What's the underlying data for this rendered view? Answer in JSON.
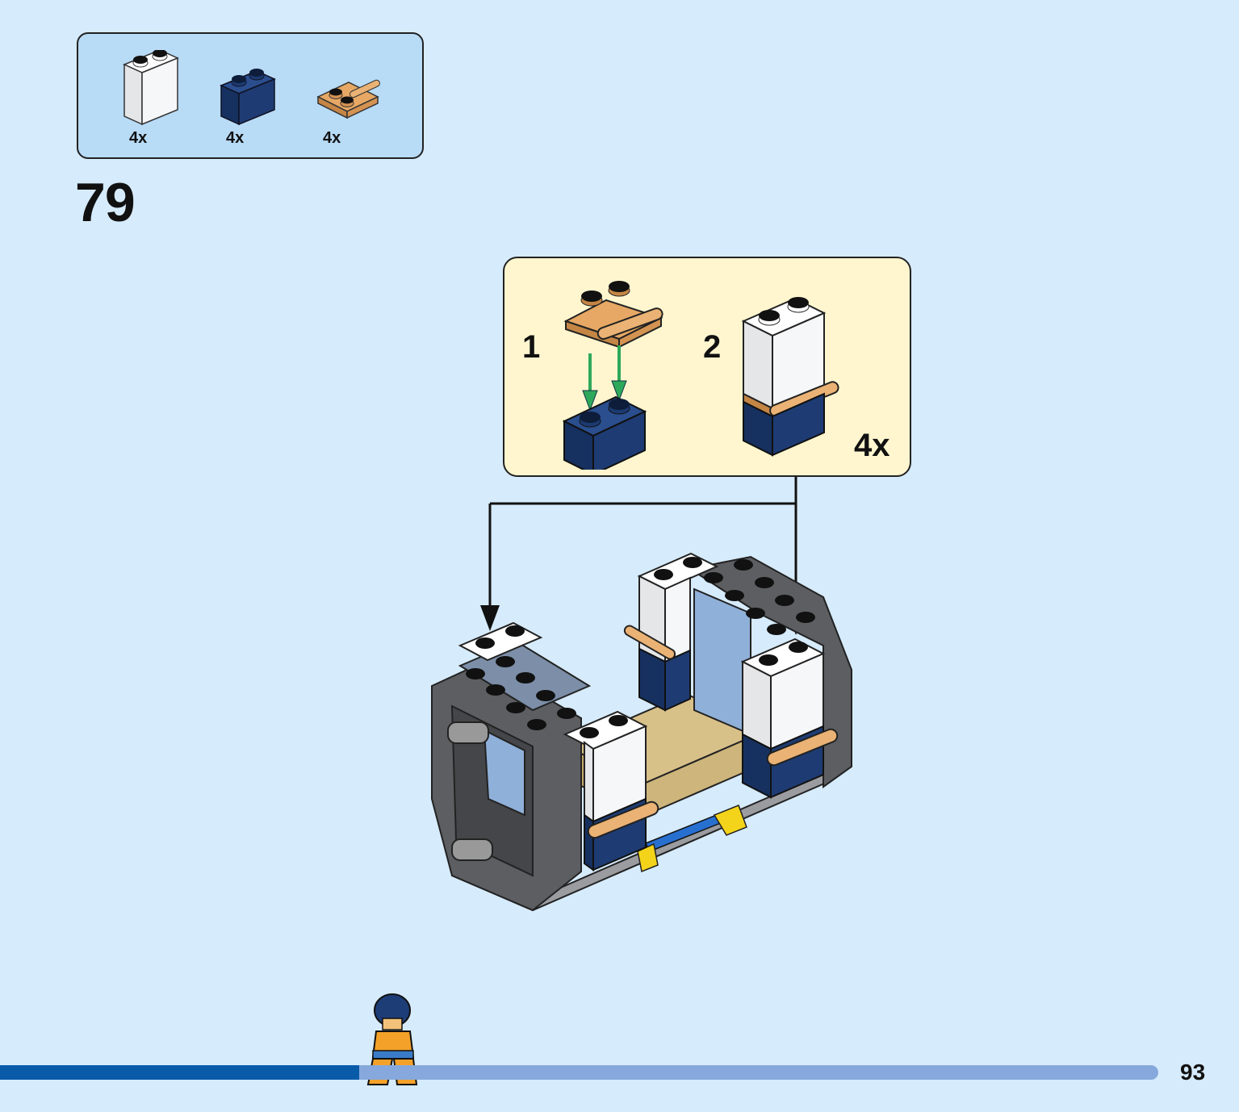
{
  "parts_list": [
    {
      "name": "white-brick-1x2",
      "qty": "4x",
      "color": "#f7f8f8"
    },
    {
      "name": "dark-blue-brick-1x2",
      "qty": "4x",
      "color": "#1d3d77"
    },
    {
      "name": "tan-plate-with-bar-handle",
      "qty": "4x",
      "color": "#e0a15f"
    }
  ],
  "step": {
    "number": "79"
  },
  "sub_assembly": {
    "steps": [
      {
        "number": "1"
      },
      {
        "number": "2"
      }
    ],
    "multiplier": "4x"
  },
  "progress": {
    "fraction": 0.31
  },
  "page": {
    "number": "93"
  },
  "colors": {
    "background": "#d6ebfb",
    "parts_box": "#b8dbf6",
    "sub_box": "#fff6cf",
    "arrow_green": "#2ea85a",
    "progress_fill": "#0a5aaa",
    "progress_track": "#86a8dc"
  }
}
